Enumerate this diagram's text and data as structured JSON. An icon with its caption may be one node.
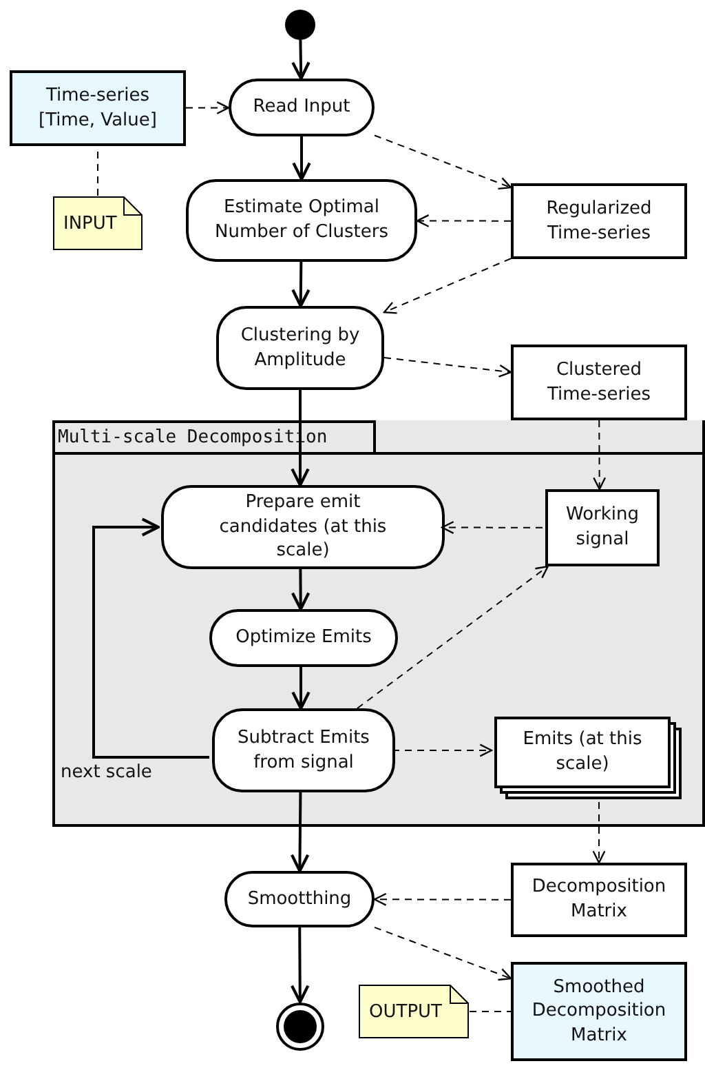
{
  "diagram": {
    "nodes": [
      {
        "text": [],
        "shape": "circle"
      },
      {
        "text": [
          "Time-series [Time, Value]"
        ]
      },
      {
        "text": [
          "INPUT"
        ]
      },
      {
        "text": [
          "Read Input"
        ]
      },
      {
        "text": [
          "Estimate Optimal Number of Clusters"
        ]
      },
      {
        "text": [
          "Regularized Time-series"
        ]
      },
      {
        "text": [
          "Clustering by Amplitude"
        ]
      },
      {
        "text": [
          "Clustered Time-series"
        ]
      },
      {
        "text": [
          "Multi-scale Decomposition"
        ]
      },
      {
        "text": [
          "Prepare emit candidates (at this scale)"
        ],
        "in": 8
      },
      {
        "text": [
          "Working signal"
        ],
        "in": 8
      },
      {
        "text": [
          "Optimize Emits"
        ],
        "in": 8
      },
      {
        "text": [
          "Subtract Emits from signal"
        ],
        "in": 8
      },
      {
        "text": [
          "Emits (at this scale)"
        ],
        "in": 8
      },
      {
        "text": [
          "Smootthing"
        ]
      },
      {
        "text": [
          "Decomposition Matrix"
        ]
      },
      {
        "text": [
          "Smoothed Decomposition Matrix"
        ]
      },
      {
        "text": [
          "OUTPUT"
        ]
      },
      {
        "text": [],
        "shape": "circle"
      }
    ],
    "edges": [
      {
        "from": 0,
        "to": 3,
        "arrow": "to"
      },
      {
        "from": 3,
        "to": 4,
        "arrow": "to"
      },
      {
        "from": 4,
        "to": 6,
        "arrow": "to"
      },
      {
        "from": 6,
        "to": 9,
        "arrow": "to"
      },
      {
        "from": 9,
        "to": 11,
        "arrow": "to"
      },
      {
        "from": 11,
        "to": 12,
        "arrow": "to"
      },
      {
        "from": 12,
        "to": 9,
        "arrow": "to",
        "label": "next scale"
      },
      {
        "from": 12,
        "to": 14,
        "arrow": "to"
      },
      {
        "from": 14,
        "to": 18,
        "arrow": "to"
      },
      {
        "from": 1,
        "to": 3,
        "arrow": "to",
        "style": "dashed"
      },
      {
        "from": 2,
        "to": 1,
        "arrow": "none",
        "style": "dashed"
      },
      {
        "from": 3,
        "to": 5,
        "arrow": "to",
        "style": "dashed"
      },
      {
        "from": 5,
        "to": 4,
        "arrow": "to",
        "style": "dashed"
      },
      {
        "from": 5,
        "to": 6,
        "arrow": "to",
        "style": "dashed"
      },
      {
        "from": 6,
        "to": 7,
        "arrow": "to",
        "style": "dashed"
      },
      {
        "from": 7,
        "to": 10,
        "arrow": "to",
        "style": "dashed"
      },
      {
        "from": 10,
        "to": 9,
        "arrow": "to",
        "style": "dashed"
      },
      {
        "from": 12,
        "to": 10,
        "arrow": "to",
        "style": "dashed"
      },
      {
        "from": 12,
        "to": 13,
        "arrow": "to",
        "style": "dashed"
      },
      {
        "from": 13,
        "to": 15,
        "arrow": "to",
        "style": "dashed"
      },
      {
        "from": 15,
        "to": 14,
        "arrow": "to",
        "style": "dashed"
      },
      {
        "from": 14,
        "to": 16,
        "arrow": "to",
        "style": "dashed"
      },
      {
        "from": 17,
        "to": 16,
        "arrow": "none",
        "style": "dashed"
      }
    ]
  }
}
